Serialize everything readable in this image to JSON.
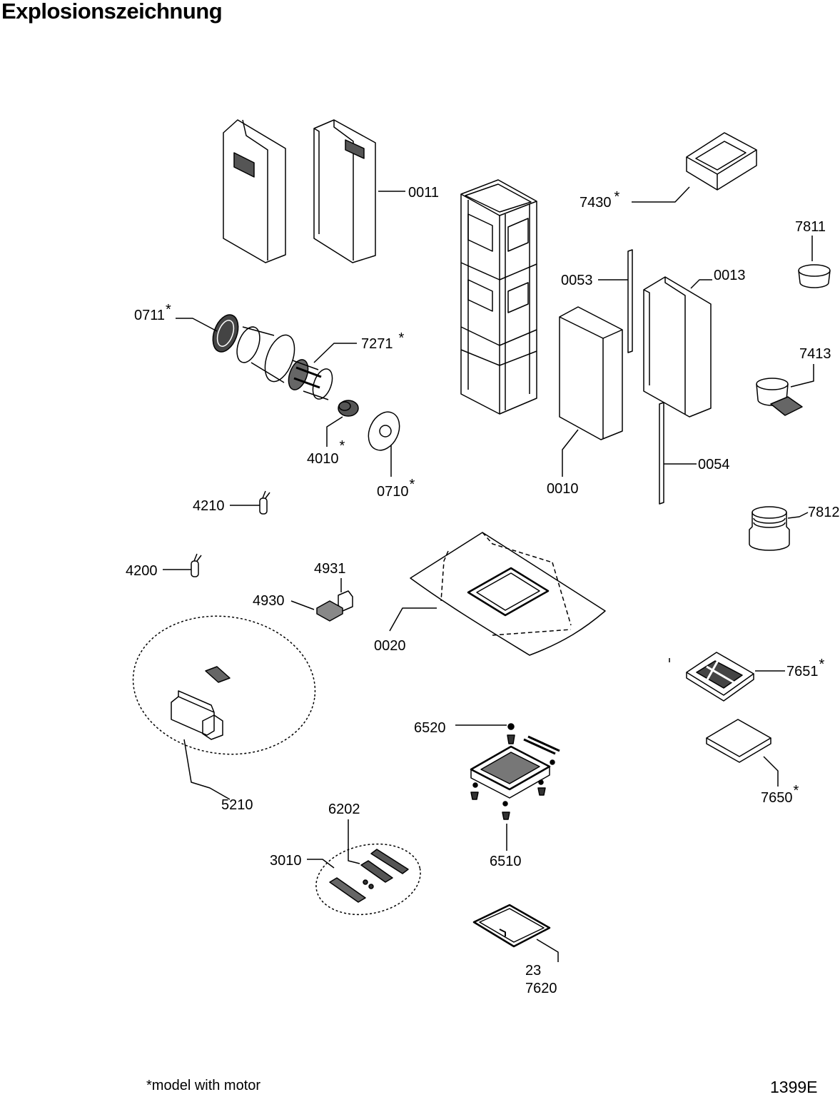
{
  "title": "Explosionszeichnung",
  "footnote": "*model with motor",
  "drawing_code": "1399E",
  "parts": [
    {
      "id": "0011",
      "label": "0011",
      "star": "",
      "name": "chimney-upper-back"
    },
    {
      "id": "7430",
      "label": "7430",
      "star": "*",
      "name": "recirculation-box"
    },
    {
      "id": "7811",
      "label": "7811",
      "star": "",
      "name": "ring-adapter-small"
    },
    {
      "id": "0053",
      "label": "0053",
      "star": "",
      "name": "rail-left"
    },
    {
      "id": "0013",
      "label": "0013",
      "star": "",
      "name": "chimney-lower-back"
    },
    {
      "id": "0711",
      "label": "0711",
      "star": "*",
      "name": "fan-cover"
    },
    {
      "id": "7271",
      "label": "7271",
      "star": "*",
      "name": "blower-wheel"
    },
    {
      "id": "7413",
      "label": "7413",
      "star": "",
      "name": "backdraft-damper"
    },
    {
      "id": "4010",
      "label": "4010",
      "star": "*",
      "name": "motor"
    },
    {
      "id": "0710",
      "label": "0710",
      "star": "*",
      "name": "fan-plate"
    },
    {
      "id": "0010",
      "label": "0010",
      "star": "",
      "name": "chimney-lower-front"
    },
    {
      "id": "0054",
      "label": "0054",
      "star": "",
      "name": "rail-right"
    },
    {
      "id": "4210",
      "label": "4210",
      "star": "",
      "name": "capacitor-a"
    },
    {
      "id": "7812",
      "label": "7812",
      "star": "",
      "name": "ring-adapter-large"
    },
    {
      "id": "4931",
      "label": "4931",
      "star": "",
      "name": "lamp"
    },
    {
      "id": "4200",
      "label": "4200",
      "star": "",
      "name": "capacitor-b"
    },
    {
      "id": "4930",
      "label": "4930",
      "star": "",
      "name": "lamp-holder"
    },
    {
      "id": "0020",
      "label": "0020",
      "star": "",
      "name": "canopy"
    },
    {
      "id": "7651",
      "label": "7651",
      "star": "*",
      "name": "filter-frame"
    },
    {
      "id": "6520",
      "label": "6520",
      "star": "",
      "name": "screws"
    },
    {
      "id": "5210",
      "label": "5210",
      "star": "",
      "name": "control-board"
    },
    {
      "id": "7650",
      "label": "7650",
      "star": "*",
      "name": "carbon-filter"
    },
    {
      "id": "6202",
      "label": "6202",
      "star": "",
      "name": "switch-part"
    },
    {
      "id": "3010",
      "label": "3010",
      "star": "",
      "name": "switch-assembly"
    },
    {
      "id": "6510",
      "label": "6510",
      "star": "",
      "name": "feet"
    },
    {
      "id": "7620",
      "label": "7620",
      "star": "",
      "sub": "23",
      "name": "grease-filter"
    }
  ]
}
